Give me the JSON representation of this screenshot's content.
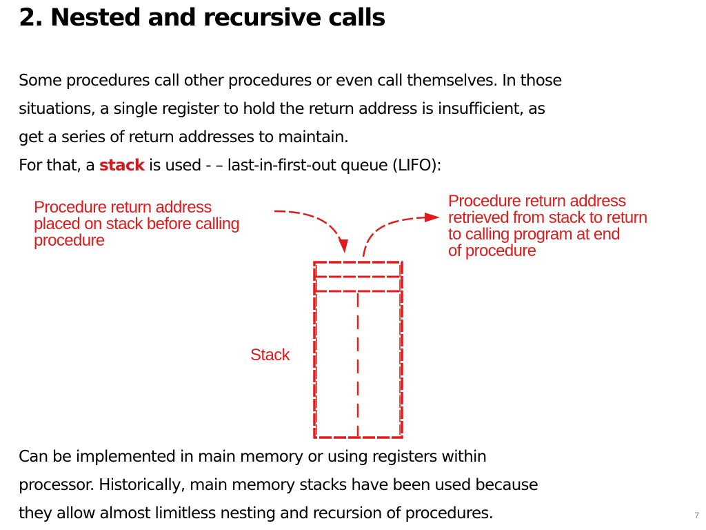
{
  "slide": {
    "title": "2. Nested and recursive calls",
    "intro_lines": [
      "Some procedures call other procedures or even call themselves. In those",
      "situations, a single register to hold the return address is insufficient, as",
      "get a series of return addresses to maintain."
    ],
    "stack_line": {
      "before": "For that, a ",
      "keyword": "stack",
      "after": " is used - – last-in-first-out queue (LIFO):"
    },
    "conclusion_lines": [
      "Can be implemented in main memory or using registers within",
      "processor. Historically, main memory stacks have been used because",
      "they allow almost limitless nesting and recursion of procedures."
    ],
    "page_number": "7"
  },
  "diagram": {
    "push_label_lines": [
      "Procedure return address",
      "placed on stack before calling",
      "procedure"
    ],
    "pop_label_lines": [
      "Procedure return address",
      "retrieved from stack to return",
      "to calling program at end",
      "of procedure"
    ],
    "stack_label": "Stack",
    "color": "#e11b1b",
    "keyword_color": "#d9161c"
  }
}
